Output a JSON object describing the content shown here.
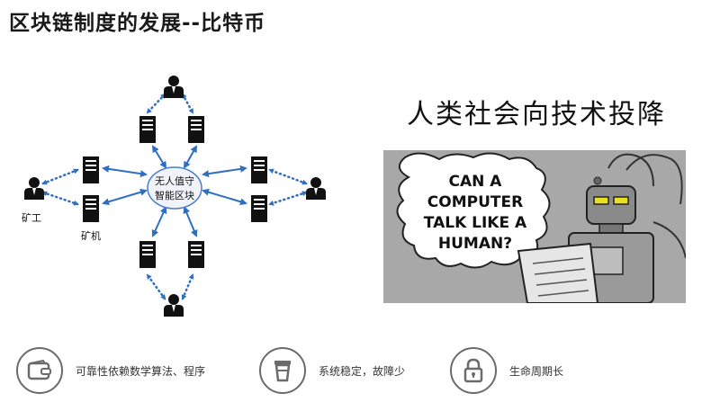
{
  "header": {
    "title": "区块链制度的发展--比特币"
  },
  "diagram": {
    "center_label_line1": "无人值守",
    "center_label_line2": "智能区块",
    "miner_label": "矿工",
    "machine_label": "矿机"
  },
  "right": {
    "subtitle": "人类社会向技术投降",
    "comic_text": [
      "CAN A",
      "COMPUTER",
      "TALK LIKE A",
      "HUMAN?"
    ]
  },
  "features": [
    {
      "icon": "wallet-icon",
      "label": "可靠性依赖数学算法、程序"
    },
    {
      "icon": "cup-icon",
      "label": "系统稳定，故障少"
    },
    {
      "icon": "lock-icon",
      "label": "生命周期长"
    }
  ],
  "colors": {
    "arrow": "#2f6fc0",
    "icon_dark": "#111111",
    "circle_border": "#6b6b6b"
  }
}
